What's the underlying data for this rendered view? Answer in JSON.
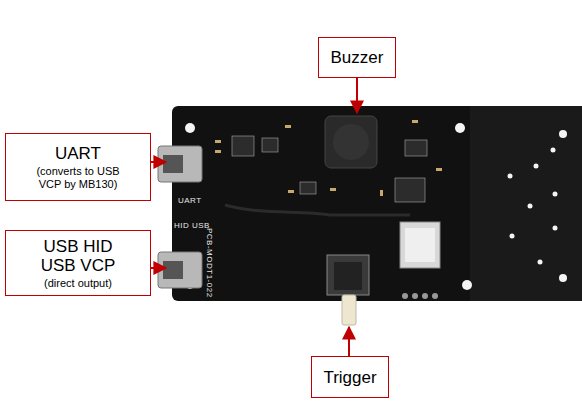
{
  "diagram": {
    "nodes": [
      {
        "text": [
          "Buzzer"
        ]
      },
      {
        "text": [
          "UART",
          "(converts to USB VCP by MB130)"
        ]
      },
      {
        "text": [
          "USB HID USB VCP",
          "(direct output)"
        ]
      },
      {
        "text": [
          "Trigger"
        ]
      }
    ],
    "labels": [
      "UART",
      "HID USB",
      "PCB-MODT1-022"
    ]
  }
}
